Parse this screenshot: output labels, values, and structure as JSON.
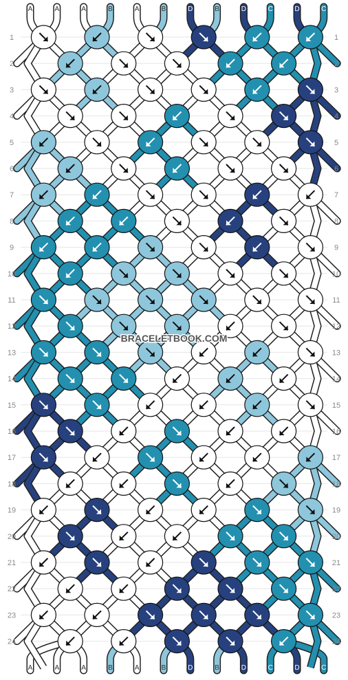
{
  "watermark": "BRACELETBOOK.COM",
  "colors": {
    "A": "#ffffff",
    "B": "#8ec7dc",
    "C": "#2390b0",
    "D": "#27417e"
  },
  "top_strings": [
    "A",
    "A",
    "A",
    "B",
    "A",
    "B",
    "D",
    "B",
    "D",
    "C",
    "D",
    "C"
  ],
  "bottom_strings": [
    "A",
    "A",
    "A",
    "B",
    "A",
    "B",
    "D",
    "B",
    "D",
    "C",
    "D",
    "C"
  ],
  "row_labels": [
    "1",
    "2",
    "3",
    "4",
    "5",
    "6",
    "7",
    "8",
    "9",
    "10",
    "11",
    "12",
    "13",
    "14",
    "15",
    "16",
    "17",
    "18",
    "19",
    "20",
    "21",
    "22",
    "23",
    "24"
  ],
  "knots": [
    [
      {
        "c": "A",
        "d": "se"
      },
      {
        "c": "B",
        "d": "sw"
      },
      {
        "c": "A",
        "d": "se"
      },
      {
        "c": "D",
        "d": "se"
      },
      {
        "c": "C",
        "d": "sw"
      },
      {
        "c": "C",
        "d": "sw"
      }
    ],
    [
      {
        "c": "B",
        "d": "sw"
      },
      {
        "c": "A",
        "d": "se"
      },
      {
        "c": "A",
        "d": "se"
      },
      {
        "c": "C",
        "d": "sw"
      },
      {
        "c": "C",
        "d": "sw"
      }
    ],
    [
      {
        "c": "A",
        "d": "se"
      },
      {
        "c": "B",
        "d": "sw"
      },
      {
        "c": "A",
        "d": "se"
      },
      {
        "c": "A",
        "d": "se"
      },
      {
        "c": "C",
        "d": "sw"
      },
      {
        "c": "D",
        "d": "se"
      }
    ],
    [
      {
        "c": "A",
        "d": "se"
      },
      {
        "c": "A",
        "d": "se"
      },
      {
        "c": "C",
        "d": "sw"
      },
      {
        "c": "A",
        "d": "se"
      },
      {
        "c": "D",
        "d": "se"
      }
    ],
    [
      {
        "c": "B",
        "d": "sw"
      },
      {
        "c": "A",
        "d": "se"
      },
      {
        "c": "C",
        "d": "sw"
      },
      {
        "c": "A",
        "d": "se"
      },
      {
        "c": "A",
        "d": "se"
      },
      {
        "c": "D",
        "d": "se"
      }
    ],
    [
      {
        "c": "B",
        "d": "sw"
      },
      {
        "c": "A",
        "d": "se"
      },
      {
        "c": "C",
        "d": "sw"
      },
      {
        "c": "A",
        "d": "se"
      },
      {
        "c": "A",
        "d": "se"
      }
    ],
    [
      {
        "c": "B",
        "d": "sw"
      },
      {
        "c": "C",
        "d": "sw"
      },
      {
        "c": "A",
        "d": "se"
      },
      {
        "c": "A",
        "d": "se"
      },
      {
        "c": "D",
        "d": "sw"
      },
      {
        "c": "A",
        "d": "sw"
      }
    ],
    [
      {
        "c": "C",
        "d": "sw"
      },
      {
        "c": "C",
        "d": "sw"
      },
      {
        "c": "A",
        "d": "se"
      },
      {
        "c": "D",
        "d": "sw"
      },
      {
        "c": "A",
        "d": "se"
      }
    ],
    [
      {
        "c": "C",
        "d": "sw"
      },
      {
        "c": "C",
        "d": "sw"
      },
      {
        "c": "B",
        "d": "se"
      },
      {
        "c": "A",
        "d": "se"
      },
      {
        "c": "D",
        "d": "sw"
      },
      {
        "c": "A",
        "d": "se"
      }
    ],
    [
      {
        "c": "C",
        "d": "sw"
      },
      {
        "c": "B",
        "d": "se"
      },
      {
        "c": "B",
        "d": "se"
      },
      {
        "c": "A",
        "d": "se"
      },
      {
        "c": "A",
        "d": "se"
      }
    ],
    [
      {
        "c": "C",
        "d": "se"
      },
      {
        "c": "B",
        "d": "se"
      },
      {
        "c": "B",
        "d": "se"
      },
      {
        "c": "B",
        "d": "se"
      },
      {
        "c": "A",
        "d": "se"
      },
      {
        "c": "A",
        "d": "se"
      }
    ],
    [
      {
        "c": "C",
        "d": "se"
      },
      {
        "c": "B",
        "d": "se"
      },
      {
        "c": "B",
        "d": "se"
      },
      {
        "c": "A",
        "d": "sw"
      },
      {
        "c": "A",
        "d": "se"
      }
    ],
    [
      {
        "c": "C",
        "d": "se"
      },
      {
        "c": "C",
        "d": "se"
      },
      {
        "c": "B",
        "d": "se"
      },
      {
        "c": "A",
        "d": "sw"
      },
      {
        "c": "B",
        "d": "sw"
      },
      {
        "c": "A",
        "d": "se"
      }
    ],
    [
      {
        "c": "C",
        "d": "se"
      },
      {
        "c": "C",
        "d": "se"
      },
      {
        "c": "A",
        "d": "sw"
      },
      {
        "c": "B",
        "d": "sw"
      },
      {
        "c": "A",
        "d": "sw"
      }
    ],
    [
      {
        "c": "D",
        "d": "se"
      },
      {
        "c": "C",
        "d": "se"
      },
      {
        "c": "A",
        "d": "sw"
      },
      {
        "c": "A",
        "d": "sw"
      },
      {
        "c": "B",
        "d": "sw"
      },
      {
        "c": "A",
        "d": "se"
      }
    ],
    [
      {
        "c": "D",
        "d": "se"
      },
      {
        "c": "A",
        "d": "sw"
      },
      {
        "c": "C",
        "d": "se"
      },
      {
        "c": "A",
        "d": "sw"
      },
      {
        "c": "A",
        "d": "sw"
      }
    ],
    [
      {
        "c": "D",
        "d": "se"
      },
      {
        "c": "A",
        "d": "sw"
      },
      {
        "c": "C",
        "d": "se"
      },
      {
        "c": "A",
        "d": "sw"
      },
      {
        "c": "A",
        "d": "sw"
      },
      {
        "c": "B",
        "d": "sw"
      }
    ],
    [
      {
        "c": "A",
        "d": "sw"
      },
      {
        "c": "A",
        "d": "sw"
      },
      {
        "c": "C",
        "d": "se"
      },
      {
        "c": "A",
        "d": "sw"
      },
      {
        "c": "B",
        "d": "se"
      }
    ],
    [
      {
        "c": "A",
        "d": "sw"
      },
      {
        "c": "D",
        "d": "se"
      },
      {
        "c": "A",
        "d": "sw"
      },
      {
        "c": "A",
        "d": "sw"
      },
      {
        "c": "C",
        "d": "se"
      },
      {
        "c": "B",
        "d": "se"
      }
    ],
    [
      {
        "c": "D",
        "d": "se"
      },
      {
        "c": "A",
        "d": "sw"
      },
      {
        "c": "A",
        "d": "sw"
      },
      {
        "c": "C",
        "d": "se"
      },
      {
        "c": "C",
        "d": "se"
      }
    ],
    [
      {
        "c": "A",
        "d": "sw"
      },
      {
        "c": "D",
        "d": "se"
      },
      {
        "c": "A",
        "d": "sw"
      },
      {
        "c": "D",
        "d": "se"
      },
      {
        "c": "C",
        "d": "se"
      },
      {
        "c": "C",
        "d": "se"
      }
    ],
    [
      {
        "c": "A",
        "d": "sw"
      },
      {
        "c": "A",
        "d": "sw"
      },
      {
        "c": "D",
        "d": "se"
      },
      {
        "c": "D",
        "d": "se"
      },
      {
        "c": "C",
        "d": "se"
      }
    ],
    [
      {
        "c": "A",
        "d": "sw"
      },
      {
        "c": "A",
        "d": "sw"
      },
      {
        "c": "D",
        "d": "se"
      },
      {
        "c": "D",
        "d": "se"
      },
      {
        "c": "D",
        "d": "se"
      },
      {
        "c": "C",
        "d": "se"
      }
    ],
    [
      {
        "c": "A",
        "d": "sw"
      },
      {
        "c": "A",
        "d": "sw"
      },
      {
        "c": "D",
        "d": "se"
      },
      {
        "c": "D",
        "d": "se"
      },
      {
        "c": "C",
        "d": "sw"
      }
    ]
  ]
}
